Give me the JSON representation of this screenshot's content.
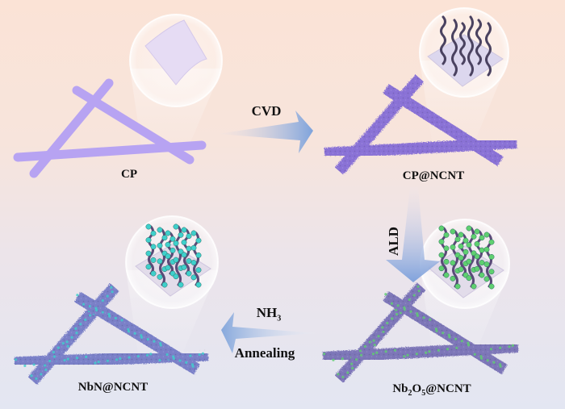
{
  "figure": {
    "type": "synthesis-schematic",
    "background_gradient": [
      "#fbe3d6",
      "#e3e6f2"
    ]
  },
  "stages": [
    {
      "id": "cp",
      "label": "CP",
      "label_html": "CP",
      "rod_color": "#b7a3f2",
      "texture": "smooth",
      "inset": "smooth curved carbon fiber surface",
      "inset_color": "#e6dcf4"
    },
    {
      "id": "cp-ncnt",
      "label": "CP@NCNT",
      "label_html": "CP@NCNT",
      "rod_color": "#8a72d6",
      "texture": "fuzzy nanotube coating",
      "inset": "nitrogen-doped carbon nanotubes on surface",
      "inset_color": "#dcd7ee",
      "tube_color": "#4a4260"
    },
    {
      "id": "nb2o5-ncnt",
      "label": "Nb2O5@NCNT",
      "label_parts": [
        "Nb",
        "2",
        "O",
        "5",
        "@NCNT"
      ],
      "rod_color": "#7d76b8",
      "texture": "fuzzy coating with green particles",
      "particle_color": "#5fd070",
      "inset": "nanotubes decorated with Nb2O5 particles",
      "inset_color": "#e2dcea"
    },
    {
      "id": "nbn-ncnt",
      "label": "NbN@NCNT",
      "label_html": "NbN@NCNT",
      "rod_color": "#7a80c8",
      "texture": "fuzzy coating with cyan particles",
      "particle_color": "#3fd0cc",
      "inset": "nanotubes decorated with NbN particles",
      "inset_color": "#e2dcea"
    }
  ],
  "steps": [
    {
      "id": "cvd",
      "label": "CVD",
      "from": "cp",
      "to": "cp-ncnt",
      "direction": "right"
    },
    {
      "id": "ald",
      "label": "ALD",
      "from": "cp-ncnt",
      "to": "nb2o5-ncnt",
      "direction": "down"
    },
    {
      "id": "nh3-annealing",
      "label_top": "NH3",
      "label_top_parts": [
        "NH",
        "3"
      ],
      "label_bottom": "Annealing",
      "from": "nb2o5-ncnt",
      "to": "nbn-ncnt",
      "direction": "left"
    }
  ],
  "arrow_gradient": [
    "#f2e4e4",
    "#7ea3dc"
  ]
}
